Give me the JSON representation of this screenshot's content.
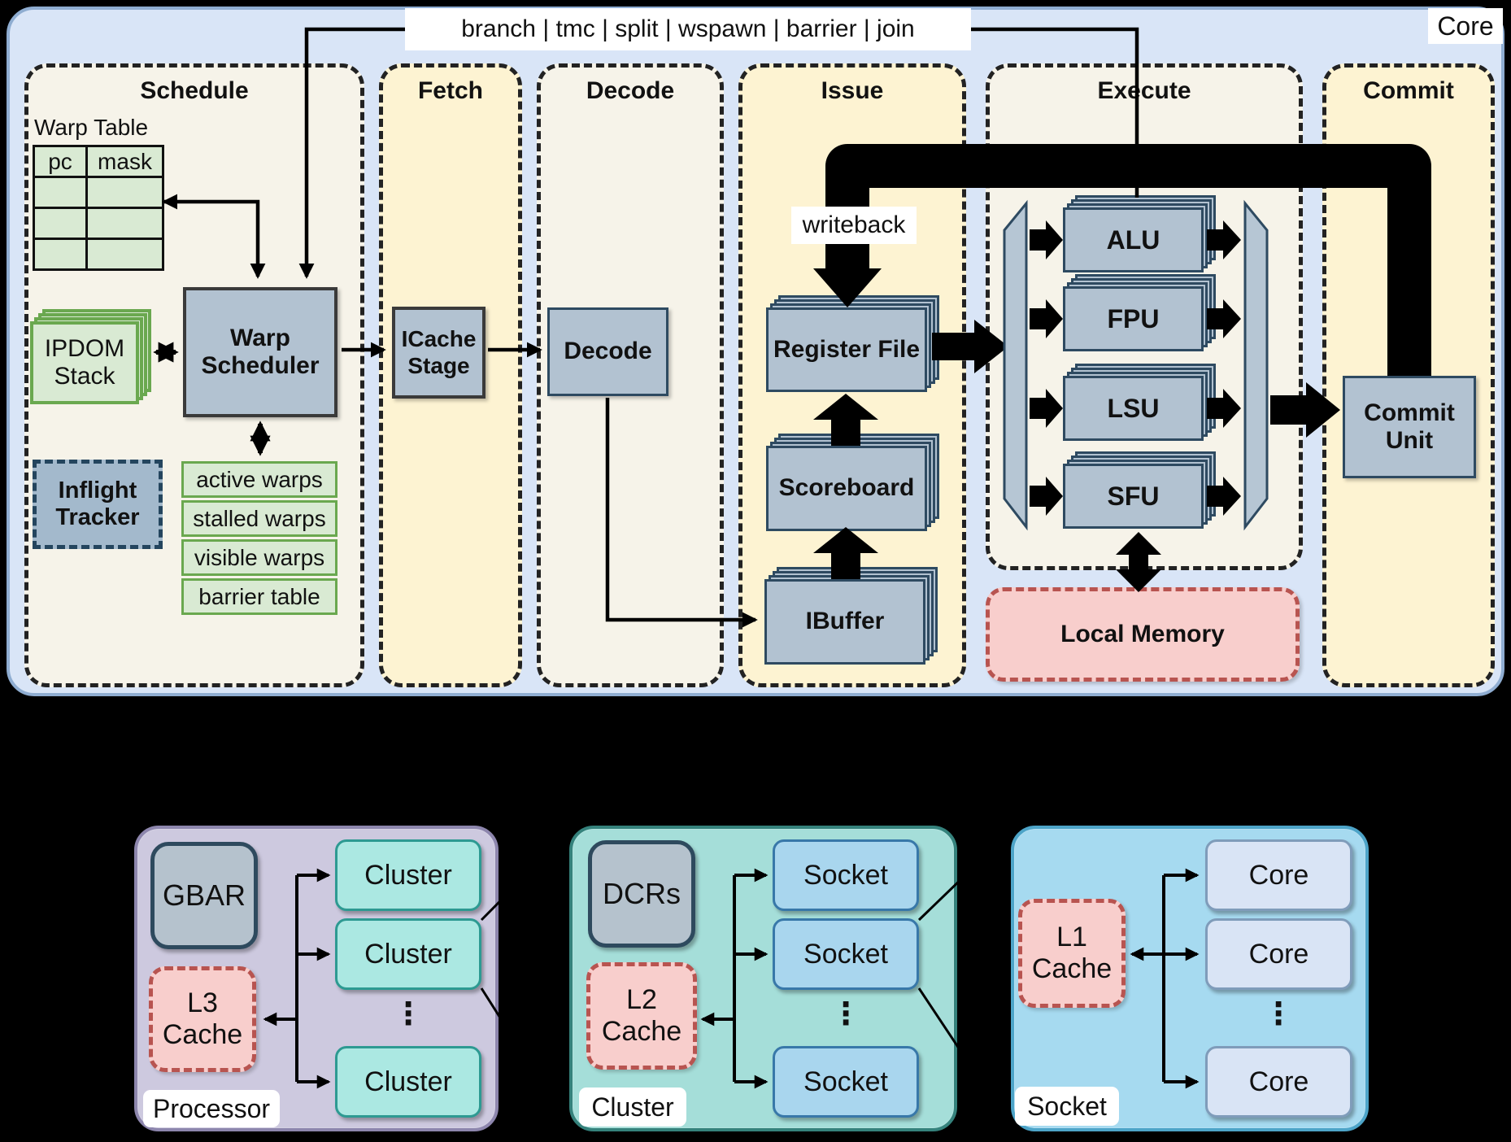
{
  "core": {
    "label": "Core",
    "signals": "branch | tmc | split | wspawn | barrier | join",
    "writeback": "writeback",
    "local_memory": "Local Memory",
    "stages": {
      "schedule": {
        "title": "Schedule",
        "warp_table": {
          "title": "Warp Table",
          "columns": [
            "pc",
            "mask"
          ]
        },
        "ipdom_stack": "IPDOM Stack",
        "warp_scheduler": "Warp Scheduler",
        "inflight_tracker": "Inflight Tracker",
        "warp_lists": [
          "active warps",
          "stalled warps",
          "visible warps",
          "barrier table"
        ]
      },
      "fetch": {
        "title": "Fetch",
        "icache_stage": "ICache Stage"
      },
      "decode": {
        "title": "Decode",
        "decode_box": "Decode"
      },
      "issue": {
        "title": "Issue",
        "register_file": "Register File",
        "scoreboard": "Scoreboard",
        "ibuffer": "IBuffer"
      },
      "execute": {
        "title": "Execute",
        "units": [
          "ALU",
          "FPU",
          "LSU",
          "SFU"
        ]
      },
      "commit": {
        "title": "Commit",
        "commit_unit": "Commit Unit"
      }
    }
  },
  "hierarchy": {
    "processor": {
      "label": "Processor",
      "controller": "GBAR",
      "cache": "L3 Cache",
      "children": [
        "Cluster",
        "Cluster",
        "Cluster"
      ],
      "dots": "⋮"
    },
    "cluster": {
      "label": "Cluster",
      "controller": "DCRs",
      "cache": "L2 Cache",
      "children": [
        "Socket",
        "Socket",
        "Socket"
      ],
      "dots": "⋮"
    },
    "socket": {
      "label": "Socket",
      "cache": "L1 Cache",
      "children": [
        "Core",
        "Core",
        "Core"
      ],
      "dots": "⋮"
    }
  },
  "colors": {
    "core_background": "#d9e5f7",
    "stage_cream": "#f6f3e9",
    "stage_yellow": "#fdf3d2",
    "unit_box": "#b2c2d1",
    "unit_border": "#2e4a61",
    "green_fill": "#d9ead3",
    "green_border": "#6aa84f",
    "memory_pink": "#f8cecc",
    "memory_border": "#b85450",
    "processor_panel": "#cdc9df",
    "cluster_panel": "#a5ded9",
    "socket_panel": "#a6daf0",
    "cluster_box": "#abe8e2",
    "socket_box": "#a9d6ee",
    "core_box": "#d9e4f5",
    "arrow": "#000000"
  }
}
